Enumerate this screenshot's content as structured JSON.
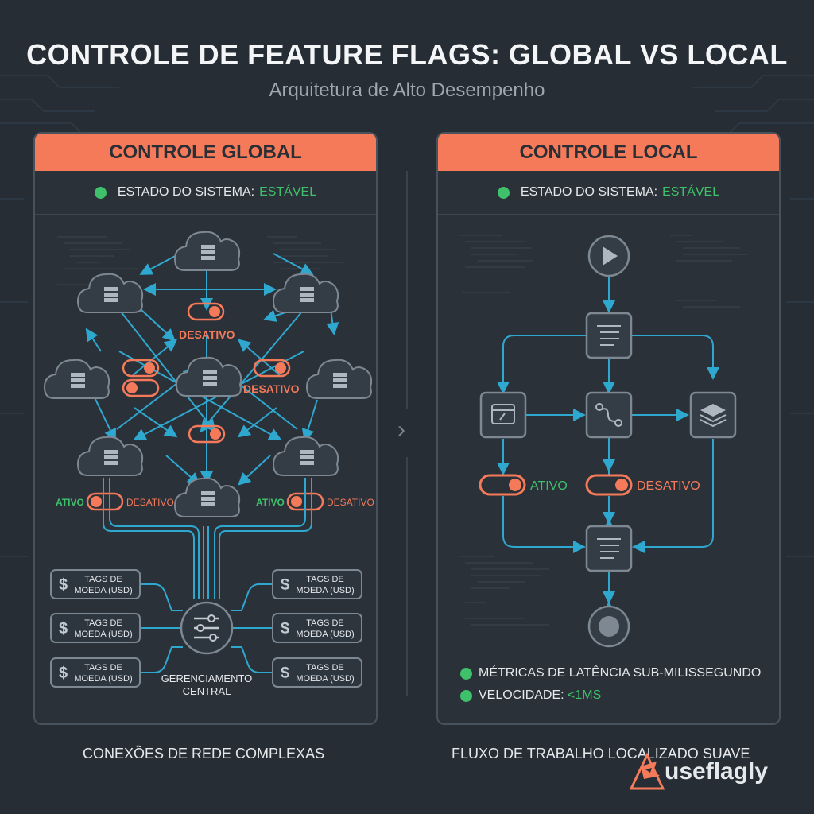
{
  "header": {
    "title": "CONTROLE DE FEATURE FLAGS: GLOBAL VS LOCAL",
    "subtitle": "Arquitetura de Alto Desempenho"
  },
  "left_panel": {
    "title": "CONTROLE GLOBAL",
    "status_label": "ESTADO DO SISTEMA:",
    "status_value": "ESTÁVEL",
    "toggle_off_label": "DESATIVO",
    "toggle_on_label": "ATIVO",
    "currency_tag": "TAGS DE MOEDA (USD)",
    "currency_tag_line1": "TAGS DE",
    "currency_tag_line2": "MOEDA (USD)",
    "hub_line1": "GERENCIAMENTO",
    "hub_line2": "CENTRAL",
    "caption": "CONEXÕES DE REDE COMPLEXAS"
  },
  "right_panel": {
    "title": "CONTROLE LOCAL",
    "status_label": "ESTADO DO SISTEMA:",
    "status_value": "ESTÁVEL",
    "toggle_on_label": "ATIVO",
    "toggle_off_label": "DESATIVO",
    "metric_1": "MÉTRICAS DE LATÊNCIA SUB-MILISSEGUNDO",
    "metric_2_label": "VELOCIDADE:",
    "metric_2_value": "<1MS",
    "caption": "FLUXO DE TRABALHO LOCALIZADO SUAVE"
  },
  "brand": {
    "name_part1": "use",
    "name_part2": "flagly"
  },
  "colors": {
    "background": "#262d35",
    "accent": "#f47a5a",
    "connector": "#2fa8d0",
    "status_ok": "#3ec16a"
  }
}
